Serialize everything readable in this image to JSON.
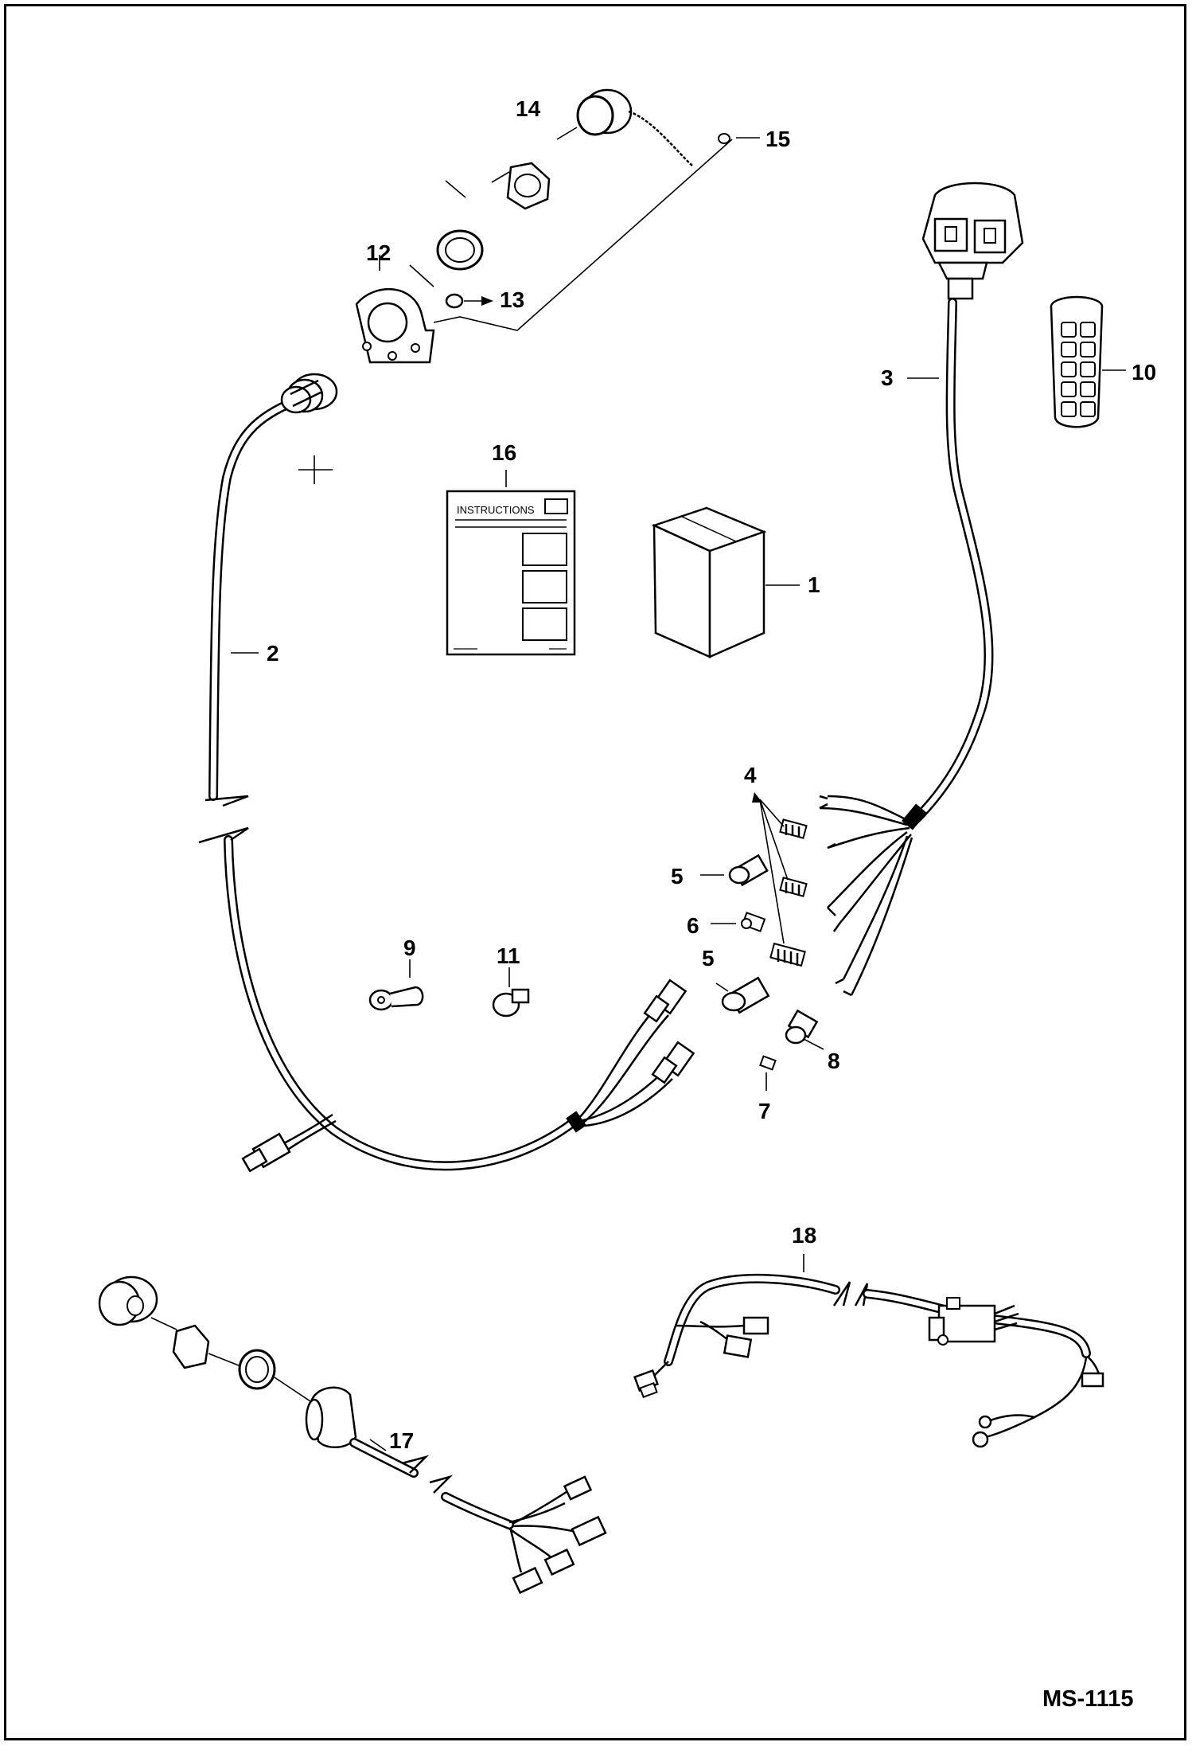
{
  "callouts": {
    "c1": "1",
    "c2": "2",
    "c3": "3",
    "c4": "4",
    "c5a": "5",
    "c5b": "5",
    "c6": "6",
    "c7": "7",
    "c8": "8",
    "c9": "9",
    "c10": "10",
    "c11": "11",
    "c12": "12",
    "c13": "13",
    "c14": "14",
    "c15": "15",
    "c16": "16",
    "c17": "17",
    "c18": "18"
  },
  "instruction_sheet": {
    "title": "INSTRUCTIONS"
  },
  "drawing_number": "MS-1115"
}
